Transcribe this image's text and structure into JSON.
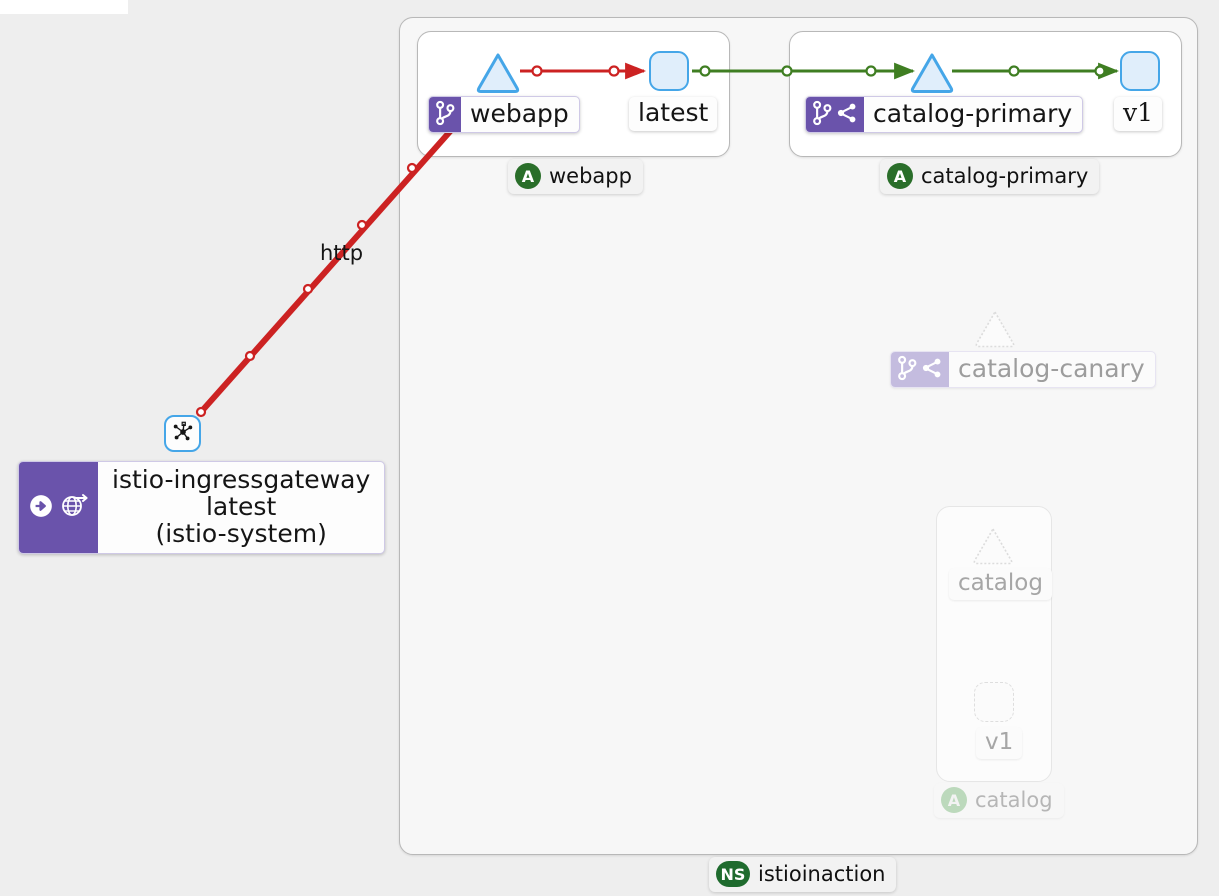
{
  "graph": {
    "type": "service-mesh-topology",
    "namespace_badge": {
      "abbrev": "NS",
      "label": "istioinaction"
    },
    "external_nodes": [
      {
        "id": "istio-ingressgateway",
        "kind": "gateway-workload",
        "icon": "mesh-topology-icon",
        "badge_icons": [
          "arrow-circle-right-icon",
          "globe-route-icon"
        ],
        "label_lines": [
          "istio-ingressgateway",
          "latest",
          "(istio-system)"
        ],
        "dimmed": false
      }
    ],
    "apps": [
      {
        "id": "webapp",
        "pill": {
          "abbrev": "A",
          "label": "webapp"
        },
        "service": {
          "label": "webapp",
          "badge_icons": [
            "code-branch-icon"
          ],
          "dimmed": false
        },
        "workload": {
          "label": "latest",
          "dimmed": false
        },
        "dimmed": false
      },
      {
        "id": "catalog-primary",
        "pill": {
          "abbrev": "A",
          "label": "catalog-primary"
        },
        "service": {
          "label": "catalog-primary",
          "badge_icons": [
            "code-branch-icon",
            "share-alt-icon"
          ],
          "dimmed": false
        },
        "workload": {
          "label": "v1",
          "dimmed": false
        },
        "dimmed": false
      },
      {
        "id": "catalog",
        "pill": {
          "abbrev": "A",
          "label": "catalog"
        },
        "service": {
          "label": "catalog",
          "badge_icons": [],
          "dimmed": true
        },
        "workload": {
          "label": "v1",
          "dimmed": true
        },
        "dimmed": true
      }
    ],
    "standalone_services": [
      {
        "id": "catalog-canary",
        "label": "catalog-canary",
        "badge_icons": [
          "code-branch-icon",
          "share-alt-icon"
        ],
        "dimmed": true
      }
    ],
    "edges": [
      {
        "from": "istio-ingressgateway",
        "to": "webapp",
        "protocol": "http",
        "color": "#cc2222",
        "health": "error",
        "label": "http"
      },
      {
        "from": "webapp",
        "to": "latest",
        "protocol": "",
        "color": "#cc2222",
        "health": "error",
        "label": ""
      },
      {
        "from": "latest",
        "to": "catalog-primary",
        "protocol": "",
        "color": "#3f7e22",
        "health": "healthy",
        "label": ""
      },
      {
        "from": "catalog-primary",
        "to": "v1",
        "protocol": "",
        "color": "#3f7e22",
        "health": "healthy",
        "label": ""
      }
    ],
    "colors": {
      "background": "#eeeeee",
      "edge_error": "#cc2222",
      "edge_healthy": "#3f7e22",
      "node_fill": "#e0eefb",
      "node_stroke": "#45a6e8",
      "badge_purple": "#6a53ab",
      "app_badge_green": "#2a6e2a",
      "ns_badge_green": "#1f6b2e"
    }
  }
}
